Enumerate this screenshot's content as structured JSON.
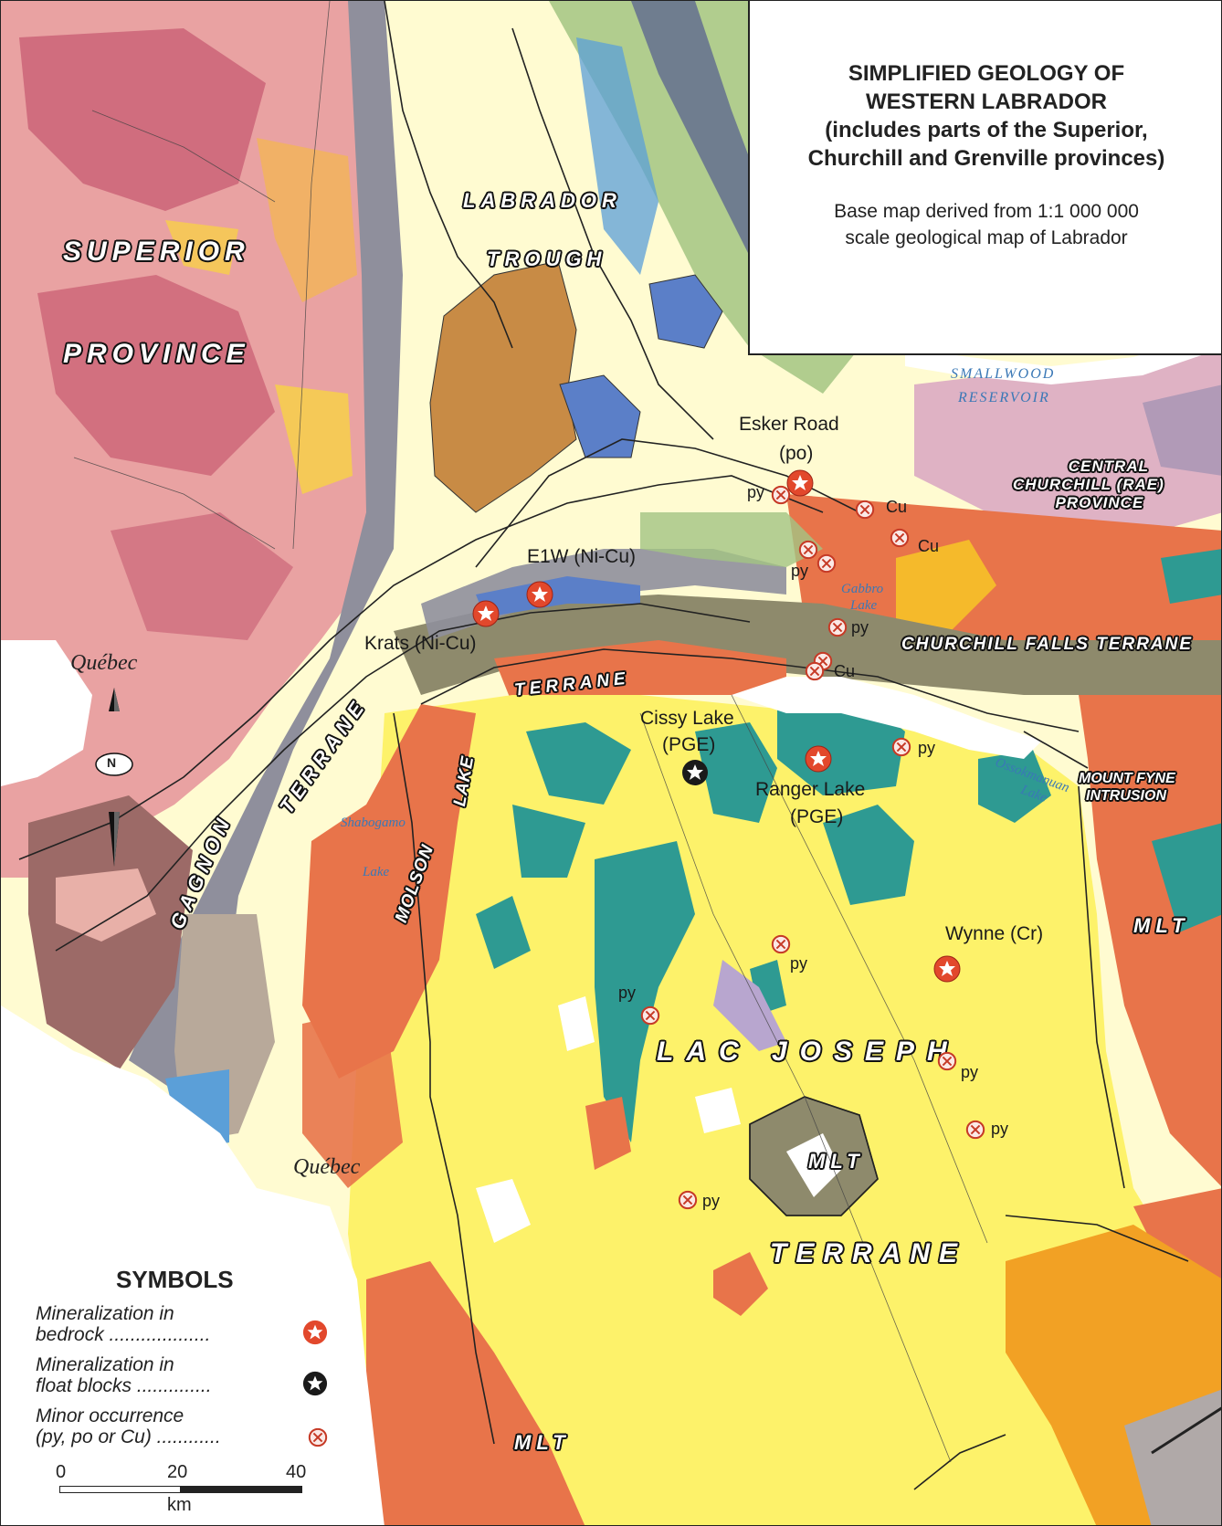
{
  "title": {
    "line1": "SIMPLIFIED GEOLOGY OF",
    "line2": "WESTERN LABRADOR",
    "line3": "(includes parts of the Superior,",
    "line4": "Churchill and Grenville provinces)",
    "note1": "Base map derived from 1:1 000 000",
    "note2": "scale geological map of Labrador"
  },
  "terranes": {
    "superior": "SUPERIOR",
    "province": "PROVINCE",
    "labrador": "LABRADOR",
    "trough": "TROUGH",
    "terrane_top": "TERRANE",
    "gagnon": "GAGNON",
    "gagnon_terrane": "TERRANE",
    "molson": "MOLSON",
    "lake": "LAKE",
    "central_churchill_1": "CENTRAL",
    "central_churchill_2": "CHURCHILL (RAE)",
    "central_churchill_3": "PROVINCE",
    "churchill_falls": "CHURCHILL FALLS TERRANE",
    "mount_fyne_1": "MOUNT FYNE",
    "mount_fyne_2": "INTRUSION",
    "mlt_east": "MLT",
    "mlt_center": "MLT",
    "mlt_south": "MLT",
    "lac_joseph": "LAC JOSEPH",
    "lac_joseph_terrane": "TERRANE"
  },
  "water": {
    "smallwood_1": "SMALLWOOD",
    "smallwood_2": "RESERVOIR",
    "gabbro_1": "Gabbro",
    "gabbro_2": "Lake",
    "ossokmanuan_1": "Ossokmanuan",
    "ossokmanuan_2": "Lake",
    "shabogamo_1": "Shabogamo",
    "shabogamo_2": "Lake"
  },
  "places": {
    "quebec_1": "Québec",
    "quebec_2": "Québec",
    "north": "N"
  },
  "occurrences": {
    "esker_1": "Esker Road",
    "esker_2": "(po)",
    "e1w": "E1W (Ni-Cu)",
    "krats": "Krats (Ni-Cu)",
    "cissy_1": "Cissy Lake",
    "cissy_2": "(PGE)",
    "ranger_1": "Ranger Lake",
    "ranger_2": "(PGE)",
    "wynne": "Wynne (Cr)",
    "py": "py",
    "cu": "Cu"
  },
  "symbols": {
    "heading": "SYMBOLS",
    "bedrock_1": "Mineralization in",
    "bedrock_2": "bedrock ...................",
    "float_1": "Mineralization in",
    "float_2": "float blocks ..............",
    "minor_1": "Minor occurrence",
    "minor_2": "(py, po or Cu) ............"
  },
  "scale": {
    "t0": "0",
    "t20": "20",
    "t40": "40",
    "unit": "km"
  },
  "colors": {
    "superior_pink": "#e9a2a2",
    "superior_dark": "#c75b71",
    "trough_yellow": "#fffbd1",
    "lac_joseph_yellow": "#fdf26a",
    "mlt_orange": "#e8744a",
    "teal": "#2e9a92",
    "brown": "#c88b45",
    "grey": "#8f8f9c",
    "water_white": "#ffffff",
    "occurrence_red": "#e2482c"
  }
}
